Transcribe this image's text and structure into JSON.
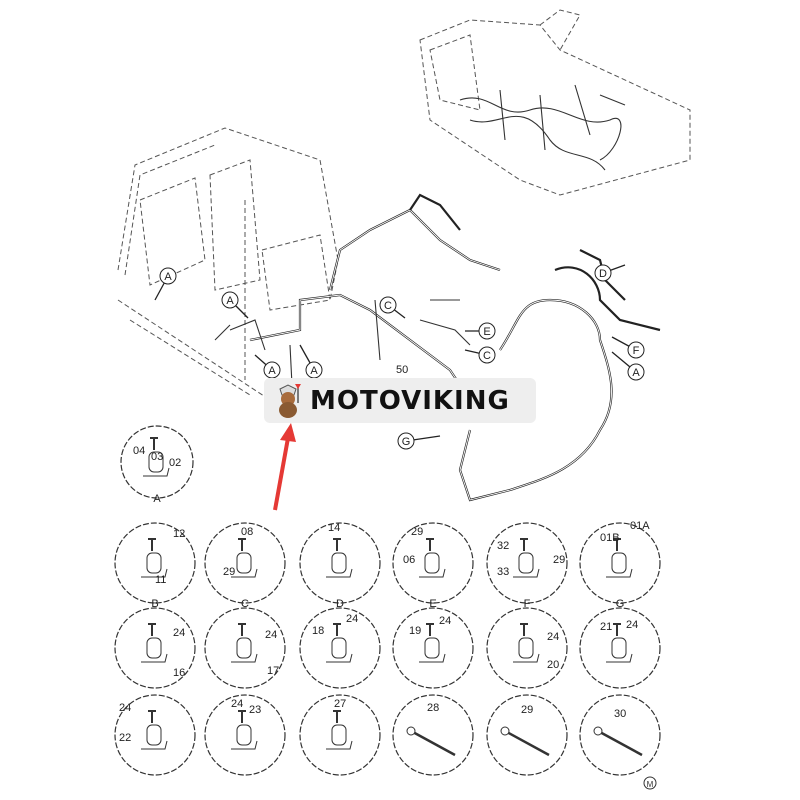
{
  "watermark": {
    "brand": "MOTOVIKING"
  },
  "main_callouts": [
    "A",
    "A",
    "A",
    "A",
    "A",
    "C",
    "C",
    "E",
    "D",
    "F",
    "G"
  ],
  "harness_part": "50",
  "details": [
    {
      "letter": "A",
      "parts": [
        "04",
        "03",
        "02"
      ]
    },
    {
      "letter": "B",
      "parts": [
        "12",
        "11"
      ]
    },
    {
      "letter": "C",
      "parts": [
        "08",
        "29"
      ]
    },
    {
      "letter": "D",
      "parts": [
        "14"
      ]
    },
    {
      "letter": "E",
      "parts": [
        "29",
        "06"
      ]
    },
    {
      "letter": "F",
      "parts": [
        "32",
        "29",
        "33"
      ]
    },
    {
      "letter": "G",
      "parts": [
        "01A",
        "01B"
      ]
    },
    {
      "letter": "",
      "parts": [
        "24",
        "16"
      ]
    },
    {
      "letter": "",
      "parts": [
        "24",
        "17"
      ]
    },
    {
      "letter": "",
      "parts": [
        "18",
        "24"
      ]
    },
    {
      "letter": "",
      "parts": [
        "19",
        "24"
      ]
    },
    {
      "letter": "",
      "parts": [
        "24",
        "20"
      ]
    },
    {
      "letter": "",
      "parts": [
        "21",
        "24"
      ]
    },
    {
      "letter": "",
      "parts": [
        "24",
        "22"
      ]
    },
    {
      "letter": "",
      "parts": [
        "24",
        "23"
      ]
    },
    {
      "letter": "",
      "parts": [
        "27"
      ]
    },
    {
      "letter": "",
      "parts": [
        "28"
      ]
    },
    {
      "letter": "",
      "parts": [
        "29"
      ]
    },
    {
      "letter": "",
      "parts": [
        "30"
      ]
    }
  ],
  "corner_mark": "M",
  "colors": {
    "arrow": "#e53935",
    "line": "#222222",
    "watermark_bg": "#eeeeee"
  }
}
